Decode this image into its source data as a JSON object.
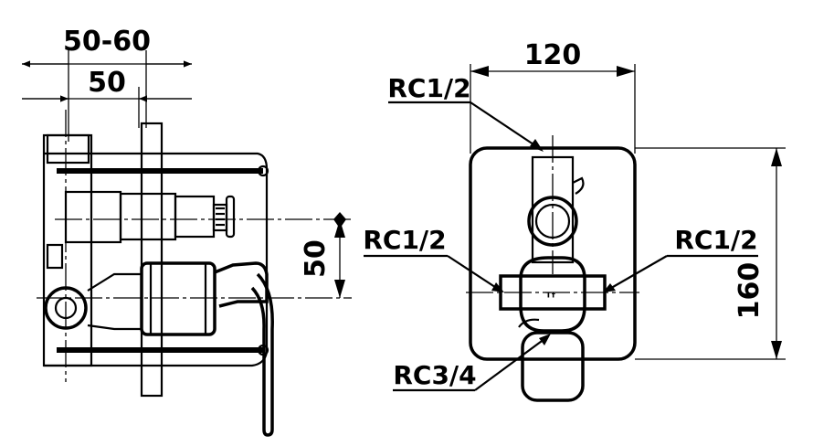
{
  "left_view": {
    "dim_outer": "50-60",
    "dim_inner": "50",
    "dim_vertical": "50"
  },
  "right_view": {
    "dim_width": "120",
    "dim_height": "160",
    "label_top": "RC1/2",
    "label_left": "RC1/2",
    "label_right": "RC1/2",
    "label_bottom": "RC3/4"
  },
  "colors": {
    "line": "#000000",
    "background": "#ffffff"
  }
}
